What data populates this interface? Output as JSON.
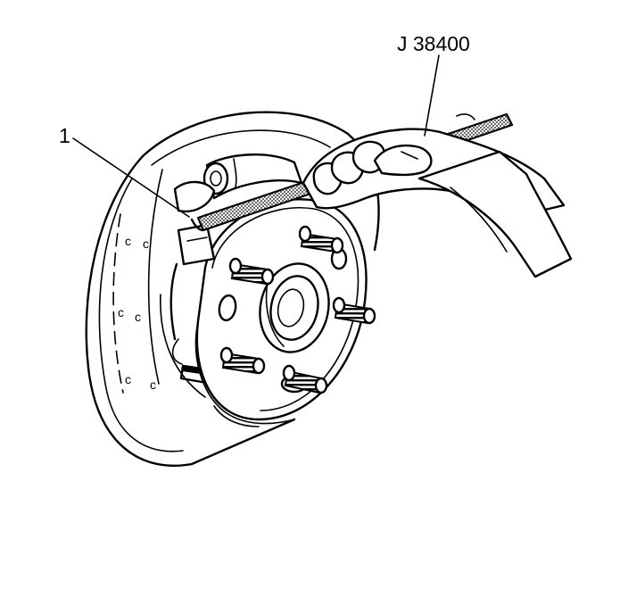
{
  "callouts": {
    "part_number": "1",
    "tool_number": "J 38400"
  },
  "illustration": {
    "style": "black-and-white line drawing",
    "subject_icon": "brake-drum-hub-assembly-icon",
    "tool_icon": "brake-spoon-tool-icon",
    "hand_icon": "hand-icon"
  }
}
